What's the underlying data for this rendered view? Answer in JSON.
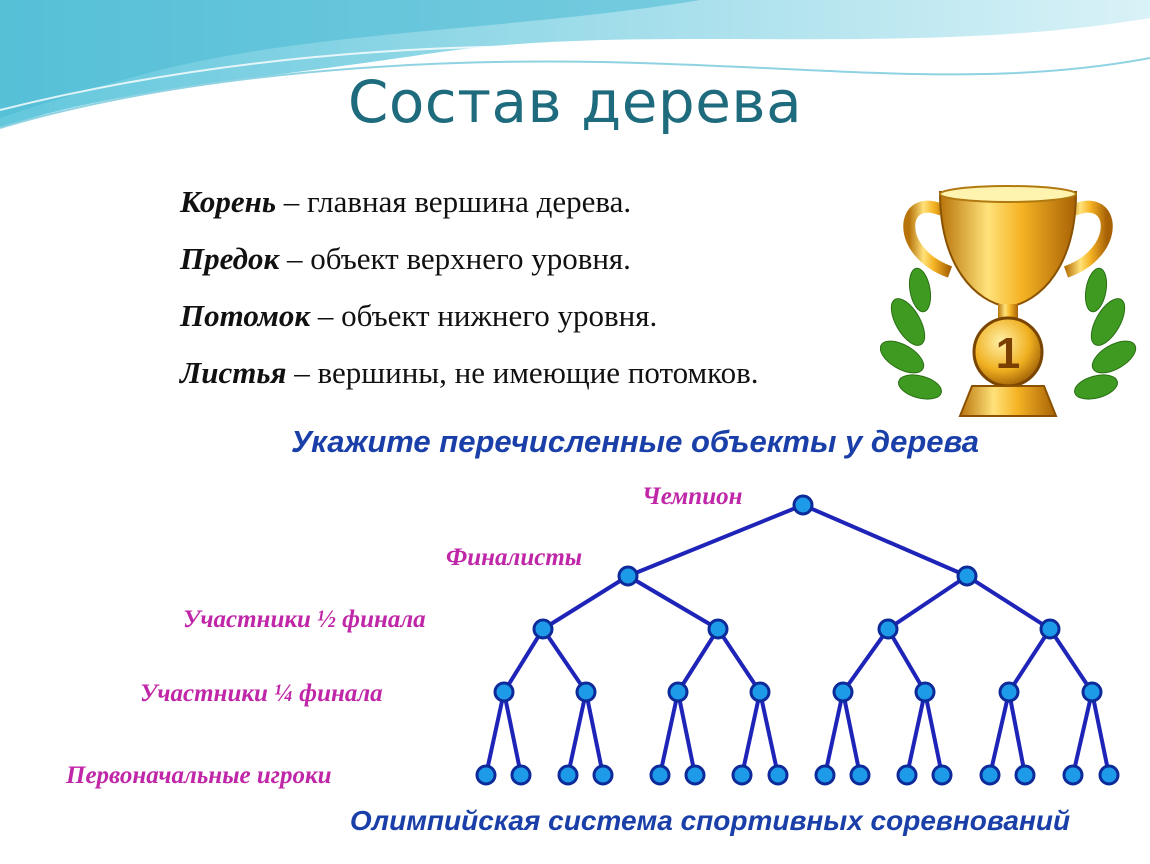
{
  "slide": {
    "title": "Состав дерева",
    "definitions": [
      {
        "term": "Корень",
        "text": " – главная вершина дерева."
      },
      {
        "term": "Предок",
        "text": " – объект верхнего уровня."
      },
      {
        "term": "Потомок",
        "text": " – объект нижнего уровня."
      },
      {
        "term": "Листья",
        "text": " – вершины, не имеющие потомков."
      }
    ],
    "task": "Укажите перечисленные объекты у дерева",
    "tree_levels": [
      "Чемпион",
      "Финалисты",
      "Участники ½ финала",
      "Участники ¼ финала",
      "Первоначальные игроки"
    ],
    "caption": "Олимпийская система спортивных соревнований",
    "trophy_label": "1"
  },
  "colors": {
    "title": "#1f6b7e",
    "levels": "#c026a8",
    "task": "#1a3fa8",
    "edge": "#1f24b8",
    "node_fill": "#1e9be8",
    "node_stroke": "#0d2a9a"
  },
  "icons": {
    "trophy": "trophy-icon"
  }
}
